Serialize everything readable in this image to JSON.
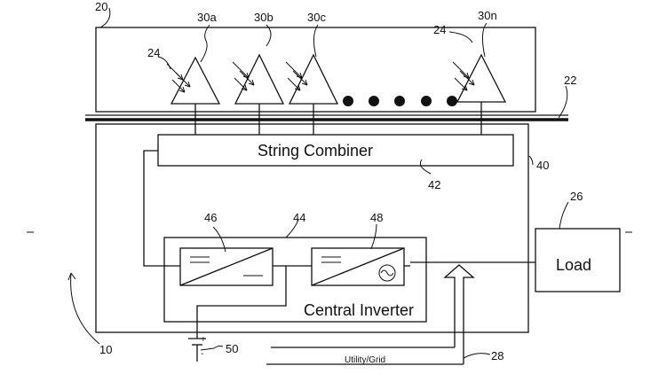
{
  "refs": {
    "r20": "20",
    "r22": "22",
    "r24a": "24",
    "r24b": "24",
    "r26": "26",
    "r28": "28",
    "r30a": "30a",
    "r30b": "30b",
    "r30c": "30c",
    "r30n": "30n",
    "r40": "40",
    "r42": "42",
    "r44": "44",
    "r46": "46",
    "r48": "48",
    "r50": "50",
    "r10": "10"
  },
  "labels": {
    "string_combiner": "String Combiner",
    "central_inverter": "Central Inverter",
    "load": "Load",
    "utility_grid": "Utility/Grid",
    "battery_plus": "+",
    "battery_minus": "-"
  }
}
